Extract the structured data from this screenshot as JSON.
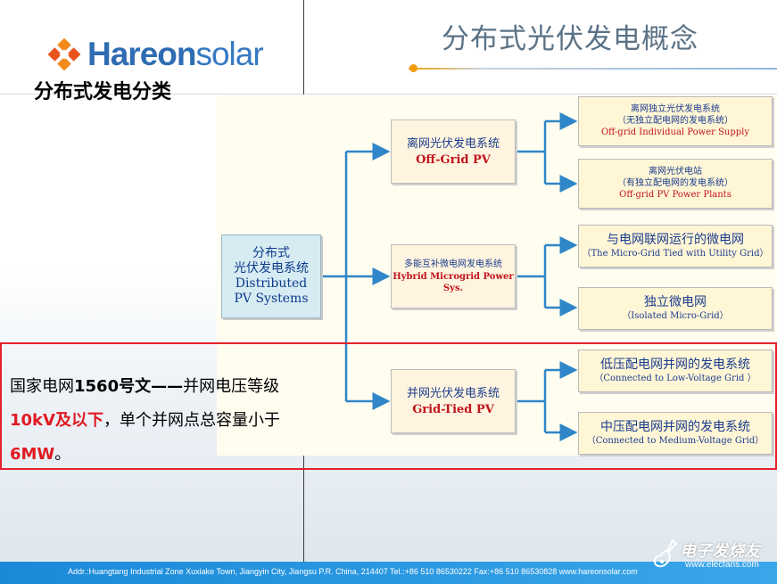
{
  "header": {
    "title": "分布式光伏发电概念",
    "logo_text_bold": "Hareon",
    "logo_text_light": "solar",
    "subtitle": "分布式发电分类"
  },
  "diagram": {
    "root": {
      "line1": "分布式",
      "line2": "光伏发电系统",
      "line3": "Distributed",
      "line4": "PV Systems"
    },
    "mid": [
      {
        "cn": "离网光伏发电系统",
        "en": "Off-Grid PV"
      },
      {
        "cn": "多能互补微电网发电系统",
        "en1": "Hybrid Microgrid Power",
        "en2": "Sys."
      },
      {
        "cn": "并网光伏发电系统",
        "en": "Grid-Tied PV"
      }
    ],
    "leaves": [
      {
        "cn": "离网独立光伏发电系统",
        "sub": "（无独立配电网的发电系统）",
        "en": "Off-grid Individual Power Supply"
      },
      {
        "cn": "离网光伏电站",
        "sub": "（有独立配电网的发电系统）",
        "en": "Off-grid PV Power Plants"
      },
      {
        "cn": "与电网联网运行的微电网",
        "en": "（The Micro-Grid Tied with Utility Grid）"
      },
      {
        "cn": "独立微电网",
        "en": "（Isolated Micro-Grid）"
      },
      {
        "cn": "低压配电网并网的发电系统",
        "en": "（Connected to Low-Voltage Grid ）"
      },
      {
        "cn": "中压配电网并网的发电系统",
        "en": "（Connected to Medium-Voltage Grid）"
      }
    ]
  },
  "note": {
    "part1": "国家电网",
    "part2": "1560",
    "part3": "号文——",
    "part4": "并网电压等级",
    "part5": "10kV及以下",
    "part6": "，单个并网点总容量小于",
    "part7": "6MW",
    "part8": "。"
  },
  "footer": {
    "address": "Addr.:Huangtang Industrial Zone Xuxiake Town, Jiangyin City, Jiangsu P.R. China, 214407  Tel.:+86 510 86530222  Fax:+86 510 86530828    www.hareonsolar.com"
  },
  "watermark": {
    "cn": "电子发烧友",
    "url": "www.elecfans.com"
  },
  "colors": {
    "title": "#5b7286",
    "accent_orange": "#f39c12",
    "brand_blue": "#2f6db3",
    "note_red": "#e01a22",
    "footer_blue": "#1a8ad8",
    "arrow_blue": "#2f86c8"
  }
}
